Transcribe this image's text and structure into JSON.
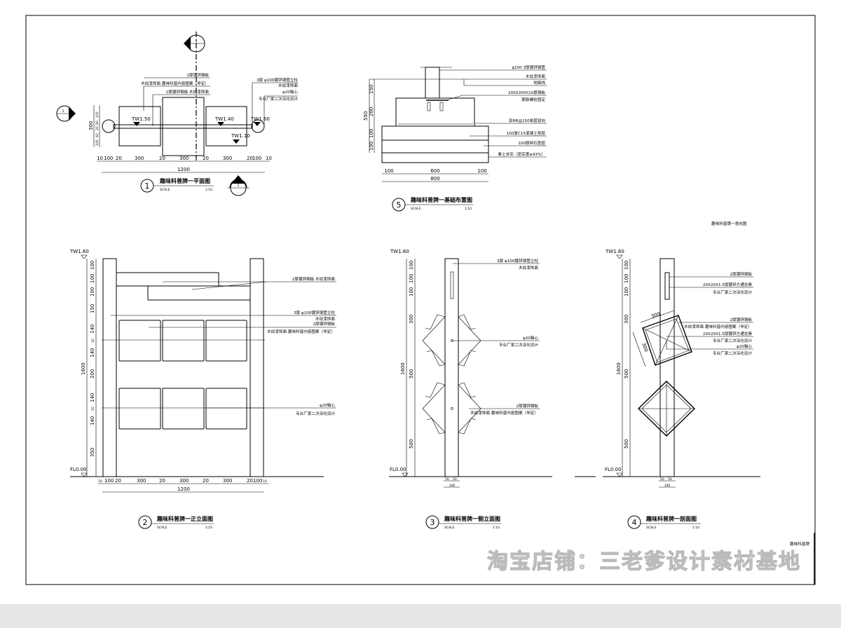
{
  "watermark": "淘宝店铺：三老爹设计素材基地",
  "intent_label": "趣味科普牌一意向图",
  "intent_label_cut": "趣味科普牌",
  "plan": {
    "number": "1",
    "title": "趣味科普牌一平面图",
    "scale_label": "SCALE",
    "scale": "1:10",
    "section_marks": [
      "4",
      "3",
      "2"
    ],
    "section_dash": "-",
    "levels": [
      "TW1.50",
      "TW1.40",
      "TW1.10",
      "TW1.60"
    ],
    "dims_h": [
      "10",
      "100",
      "20",
      "300",
      "20",
      "300",
      "20",
      "300",
      "20",
      "100",
      "10"
    ],
    "total": "1200",
    "dims_v": [
      "100",
      "40",
      "20",
      "40",
      "100"
    ],
    "total_v": "300",
    "notes": [
      "2厚镀锌钢板",
      "木纹漆饰面 趣味科普内容图案（甲定）",
      "2厚镀锌钢板 木纹漆饰面",
      "3厚 φ100镀锌钢管立柱",
      "木纹漆饰面",
      "φ20轴心",
      "专业厂家二次深化设计"
    ]
  },
  "foundation": {
    "number": "5",
    "title": "趣味科普牌一基础布置图",
    "scale_label": "SCALE",
    "scale": "1:10",
    "dims_v": [
      "150",
      "200",
      "100",
      "100"
    ],
    "total_v": "550",
    "dims_h": [
      "100",
      "600",
      "100"
    ],
    "total": "800",
    "notes": [
      "φ100 3厚镀锌钢管",
      "木纹漆饰面",
      "地面线",
      "200X200X10厚钢板",
      "膨胀螺栓固定",
      "双Φ8@150单层双向",
      "100厚C15混凝土垫层",
      "100厚碎石垫层",
      "素土夯实（密实度≥93%）"
    ]
  },
  "front": {
    "number": "2",
    "title": "趣味科普牌一正立面图",
    "scale_label": "SCALE",
    "scale": "1:10",
    "top_level": "TW1.60",
    "floor_level": "FL0.00",
    "dims_v": [
      "100",
      "100",
      "100",
      "150",
      "140",
      "20",
      "140",
      "200",
      "140",
      "20",
      "140",
      "350"
    ],
    "total_v": "1600",
    "dims_h": [
      "10",
      "100",
      "20",
      "300",
      "20",
      "300",
      "20",
      "300",
      "20",
      "100",
      "10"
    ],
    "total": "1200",
    "notes": [
      "2厚镀锌钢板 木纹漆饰面",
      "3厚 φ100镀锌钢管立柱",
      "木纹漆饰面",
      "2厚镀锌钢板",
      "木纹漆饰面 趣味科普内容图案（甲定）",
      "φ20轴心",
      "专业厂家二次深化设计"
    ]
  },
  "side": {
    "number": "3",
    "title": "趣味科普牌一侧立面图",
    "scale_label": "SCALE",
    "scale": "1:10",
    "top_level": "TW1.60",
    "floor_level": "FL0.00",
    "dims_v": [
      "100",
      "100",
      "100",
      "300",
      "500",
      "500"
    ],
    "total_v": "1600",
    "dims_h": [
      "50",
      "50"
    ],
    "total": "100",
    "notes": [
      "3厚 φ100镀锌钢管立柱",
      "木纹漆饰面",
      "φ20轴心",
      "专业厂家二次深化设计",
      "2厚镀锌钢板",
      "木纹漆饰面 趣味科普内容图案（甲定）"
    ]
  },
  "section": {
    "number": "4",
    "title": "趣味科普牌一剖面图",
    "scale_label": "SCALE",
    "scale": "1:10",
    "top_level": "TW1.60",
    "floor_level": "FL0.00",
    "dims_v": [
      "100",
      "100",
      "100",
      "300",
      "500",
      "500"
    ],
    "total_v": "1600",
    "dims_h": [
      "50",
      "50"
    ],
    "total": "100",
    "panel_dims": [
      "300",
      "300"
    ],
    "notes": [
      "2厚镀锌钢板",
      "20X20X1.5厚镀锌方通龙骨",
      "专业厂家二次深化设计",
      "2厚镀锌钢板",
      "木纹漆饰面 趣味科普内容图案（甲定）",
      "20X20X1.5厚镀锌方通龙骨",
      "专业厂家二次深化设计",
      "φ20轴心",
      "专业厂家二次深化设计"
    ]
  }
}
